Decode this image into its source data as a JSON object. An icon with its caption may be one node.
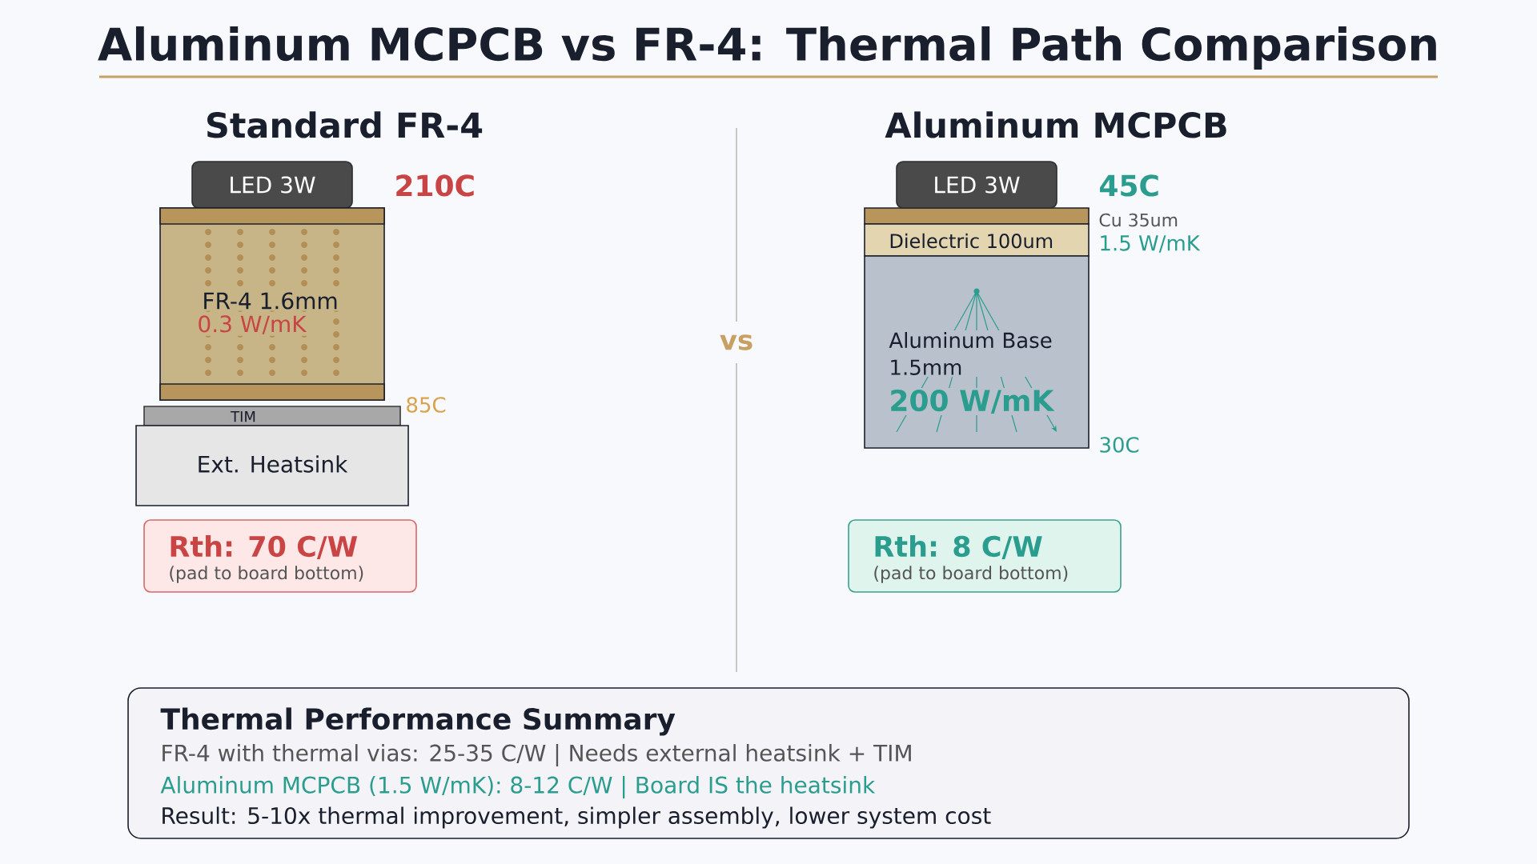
{
  "diagram": {
    "title": "Aluminum MCPCB vs FR-4: Thermal Path Comparison",
    "nodes": [
      {
        "text": [
          "LED 3W"
        ]
      },
      {
        "text": [
          "FR-4 1.6mm",
          "0.3 W/mK"
        ]
      },
      {
        "text": [
          "TIM"
        ]
      },
      {
        "text": [
          "Ext. Heatsink"
        ]
      },
      {
        "text": [
          "Rth: 70 C/W",
          "(pad to board bottom)"
        ]
      },
      {
        "text": [
          "LED 3W"
        ]
      },
      {
        "text": [
          "Dielectric 100um"
        ],
        "beside": [
          "1.5 W/mK"
        ]
      },
      {
        "text": [
          "Aluminum Base 1.5mm",
          "200 W/mK"
        ],
        "beside": [
          "30C"
        ]
      },
      {
        "text": [
          "Rth: 8 C/W",
          "(pad to board bottom)"
        ]
      },
      {
        "text": [
          "Thermal Performance Summary",
          "FR-4 with thermal vias: 25-35 C/W | Needs external heatsink + TIM",
          "Aluminum MCPCB (1.5 W/mK): 8-12 C/W | Board IS the heatsink",
          "Result: 5-10x thermal improvement, simpler assembly, lower system cost"
        ]
      }
    ],
    "labels": [
      "Standard FR-4",
      "Aluminum MCPCB",
      "210C",
      "45C",
      "Cu 35um",
      "vs",
      "85C"
    ]
  }
}
